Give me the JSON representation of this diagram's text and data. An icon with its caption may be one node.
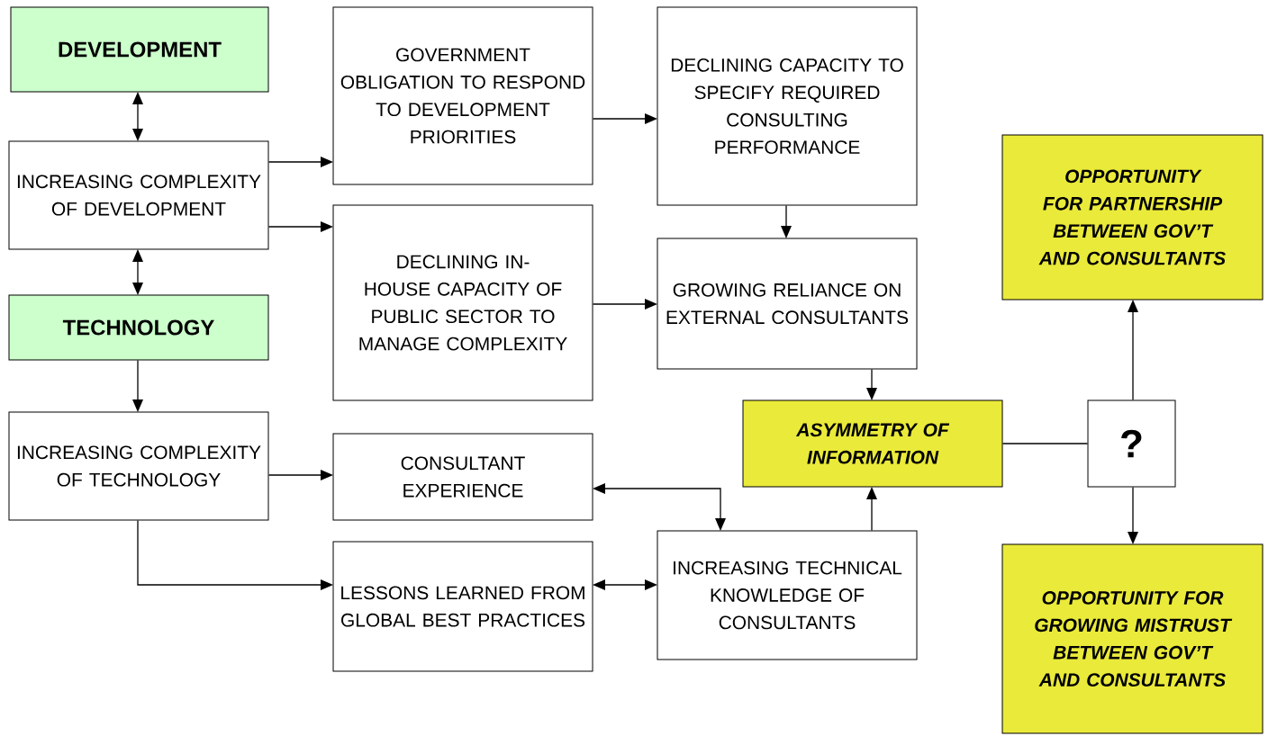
{
  "diagram": {
    "nodes": [
      {
        "text": [
          "DEVELOPMENT"
        ]
      },
      {
        "text": [
          "INCREASING COMPLEXITY OF DEVELOPMENT"
        ]
      },
      {
        "text": [
          "TECHNOLOGY"
        ]
      },
      {
        "text": [
          "INCREASING COMPLEXITY OF TECHNOLOGY"
        ]
      },
      {
        "text": [
          "GOVERNMENT OBLIGATION TO RESPOND TO DEVELOPMENT PRIORITIES"
        ]
      },
      {
        "text": [
          "DECLINING IN-HOUSE CAPACITY OF PUBLIC SECTOR TO MANAGE COMPLEXITY"
        ]
      },
      {
        "text": [
          "CONSULTANT EXPERIENCE"
        ]
      },
      {
        "text": [
          "LESSONS LEARNED FROM GLOBAL BEST PRACTICES"
        ]
      },
      {
        "text": [
          "DECLINING CAPACITY TO SPECIFY REQUIRED CONSULTING PERFORMANCE"
        ]
      },
      {
        "text": [
          "GROWING RELIANCE ON EXTERNAL CONSULTANTS"
        ]
      },
      {
        "text": [
          "INCREASING TECHNICAL KNOWLEDGE OF CONSULTANTS"
        ]
      },
      {
        "text": [
          "ASYMMETRY OF INFORMATION"
        ]
      },
      {
        "text": [
          "?"
        ]
      },
      {
        "text": [
          "OPPORTUNITY FOR PARTNERSHIP BETWEEN GOV’T AND CONSULTANTS"
        ]
      },
      {
        "text": [
          "OPPORTUNITY FOR GROWING MISTRUST BETWEEN GOV’T AND CONSULTANTS"
        ]
      }
    ],
    "edges": [
      {
        "from": 0,
        "to": 1,
        "arrow": "both"
      },
      {
        "from": 1,
        "to": 2,
        "arrow": "both"
      },
      {
        "from": 2,
        "to": 3,
        "arrow": "to"
      },
      {
        "from": 1,
        "to": 4,
        "arrow": "to"
      },
      {
        "from": 1,
        "to": 5,
        "arrow": "to"
      },
      {
        "from": 4,
        "to": 8,
        "arrow": "to"
      },
      {
        "from": 5,
        "to": 9,
        "arrow": "to"
      },
      {
        "from": 8,
        "to": 9,
        "arrow": "to"
      },
      {
        "from": 9,
        "to": 11,
        "arrow": "to"
      },
      {
        "from": 3,
        "to": 6,
        "arrow": "to"
      },
      {
        "from": 3,
        "to": 7,
        "arrow": "to"
      },
      {
        "from": 6,
        "to": 10,
        "arrow": "both"
      },
      {
        "from": 7,
        "to": 10,
        "arrow": "both"
      },
      {
        "from": 10,
        "to": 11,
        "arrow": "to"
      },
      {
        "from": 11,
        "to": 12,
        "arrow": "none"
      },
      {
        "from": 12,
        "to": 13,
        "arrow": "to"
      },
      {
        "from": 12,
        "to": 14,
        "arrow": "to"
      }
    ]
  }
}
